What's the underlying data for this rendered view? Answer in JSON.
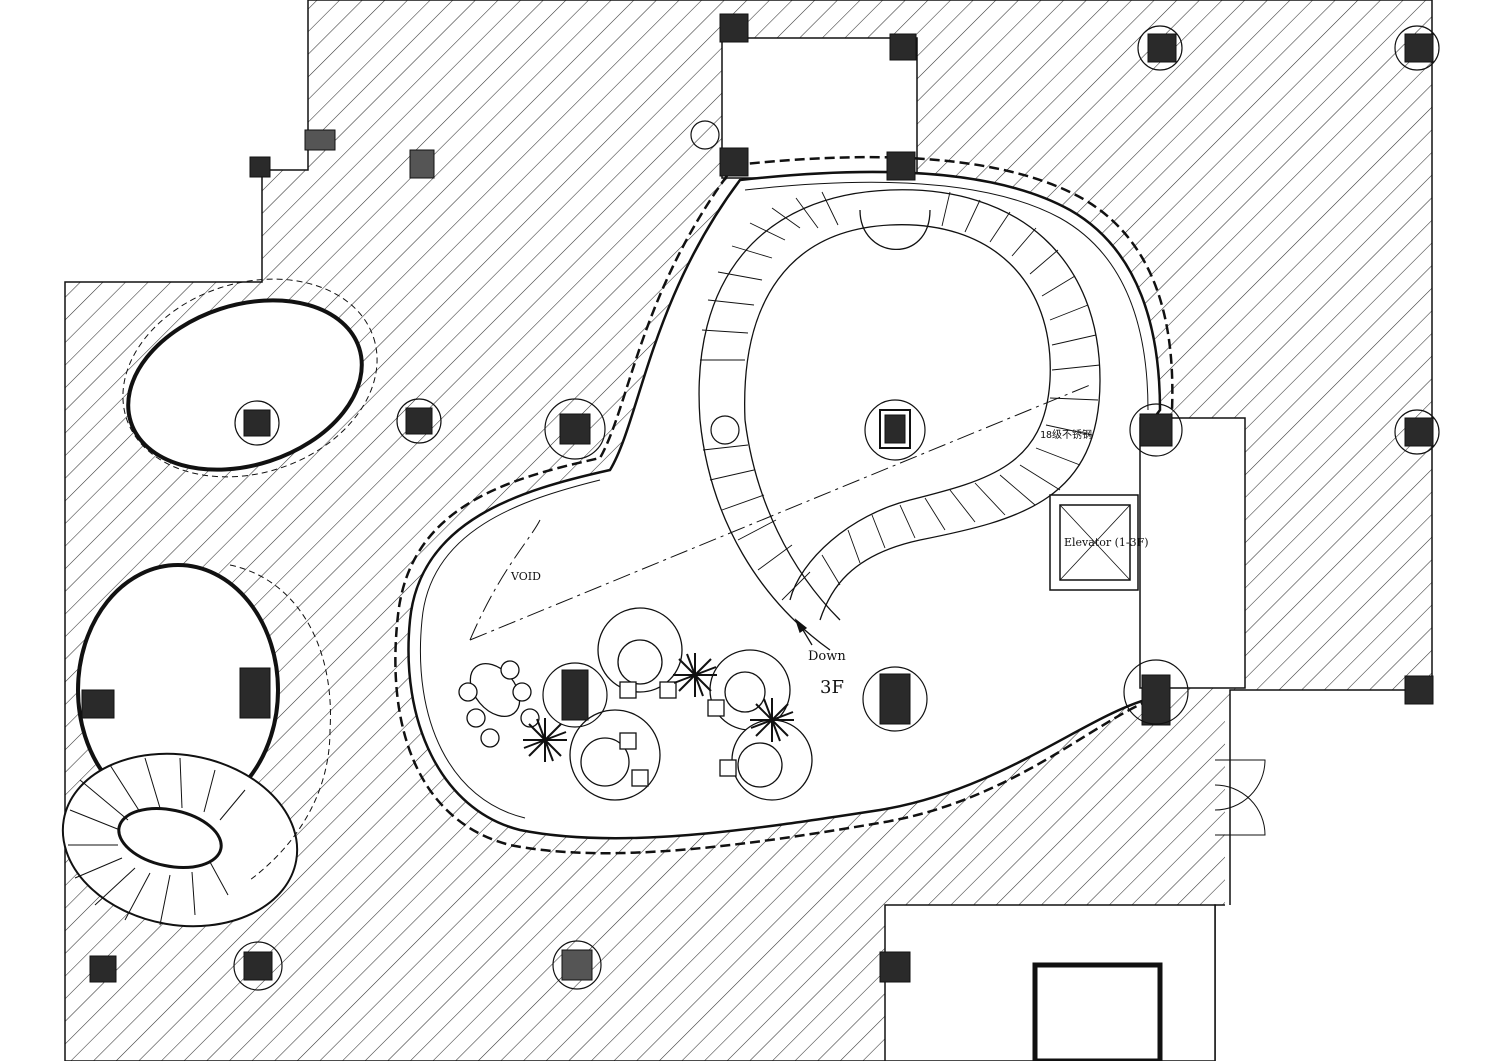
{
  "labels": {
    "void": "VOID",
    "down": "Down",
    "floor": "3F",
    "elevator": "Elevator (1-3F)",
    "stair_note": "18级不锈钢"
  },
  "colors": {
    "ink": "#111111",
    "hatch": "#333333",
    "paper": "#ffffff",
    "column": "#2a2a2a"
  },
  "icons": {
    "plant": "palm-plant-icon",
    "column": "structural-column-icon",
    "door": "door-swing-icon"
  }
}
